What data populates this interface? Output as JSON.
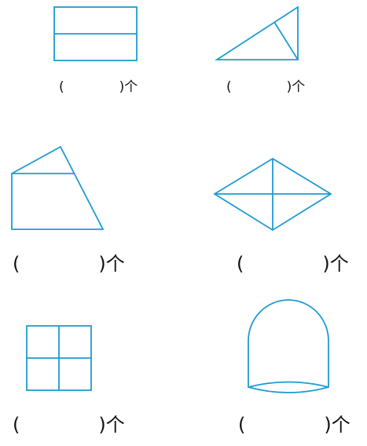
{
  "shapes": [
    {
      "id": "split-rectangle",
      "answer": {
        "open": "(",
        "close": ")",
        "unit": "个"
      }
    },
    {
      "id": "split-right-triangle",
      "answer": {
        "open": "(",
        "close": ")",
        "unit": "个"
      }
    },
    {
      "id": "trapezoid-with-triangle",
      "answer": {
        "open": "(",
        "close": ")",
        "unit": "个"
      }
    },
    {
      "id": "rhombus-with-diagonals",
      "answer": {
        "open": "(",
        "close": ")",
        "unit": "个"
      }
    },
    {
      "id": "square-four-cells",
      "answer": {
        "open": "(",
        "close": ")",
        "unit": "个"
      }
    },
    {
      "id": "arch-shape",
      "answer": {
        "open": "(",
        "close": ")",
        "unit": "个"
      }
    }
  ],
  "colors": {
    "line": "#1e9bd3",
    "text": "#111111",
    "background": "#ffffff"
  }
}
